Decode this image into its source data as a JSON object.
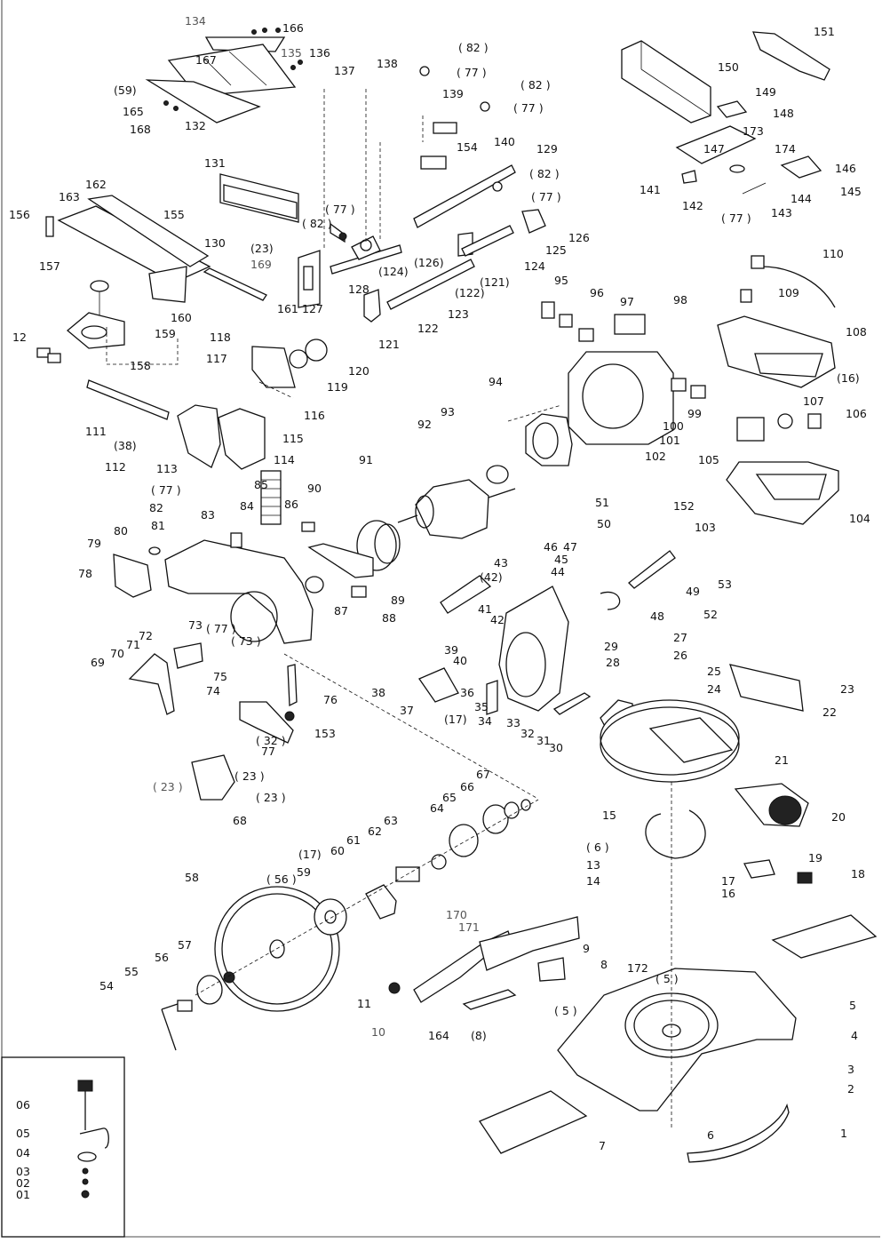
{
  "diagram": {
    "labels": {
      "p01": "01",
      "p02": "02",
      "p03": "03",
      "p04": "04",
      "p05": "05",
      "p06": "06",
      "p1": "1",
      "p2": "2",
      "p3": "3",
      "p4": "4",
      "p5": "5",
      "p5a": "( 5 )",
      "p5b": "( 5 )",
      "p6": "6",
      "p6a": "( 6 )",
      "p7": "7",
      "p8": "8",
      "p8a": "(8)",
      "p9": "9",
      "p10": "10",
      "p11": "11",
      "p12": "12",
      "p13": "13",
      "p14": "14",
      "p15": "15",
      "p16": "16",
      "p16a": "(16)",
      "p17": "17",
      "p17a": "(17)",
      "p17b": "(17)",
      "p18": "18",
      "p19": "19",
      "p20": "20",
      "p21": "21",
      "p22": "22",
      "p23": "23",
      "p23a": "(23)",
      "p23b": "( 23 )",
      "p23c": "( 23 )",
      "p23d": "( 23 )",
      "p24": "24",
      "p25": "25",
      "p26": "26",
      "p27": "27",
      "p28": "28",
      "p29": "29",
      "p30": "30",
      "p31": "31",
      "p32": "32",
      "p32a": "( 32 )",
      "p33": "33",
      "p34": "34",
      "p35": "35",
      "p36": "36",
      "p37": "37",
      "p38": "38",
      "p38a": "(38)",
      "p39": "39",
      "p40": "40",
      "p41": "41",
      "p42": "42",
      "p42a": "(42)",
      "p43": "43",
      "p44": "44",
      "p45": "45",
      "p46": "46",
      "p47": "47",
      "p48": "48",
      "p49": "49",
      "p50": "50",
      "p51": "51",
      "p52": "52",
      "p53": "53",
      "p54": "54",
      "p55": "55",
      "p56": "56",
      "p56a": "( 56 )",
      "p57": "57",
      "p58": "58",
      "p59": "59",
      "p59a": "(59)",
      "p60": "60",
      "p61": "61",
      "p62": "62",
      "p63": "63",
      "p64": "64",
      "p65": "65",
      "p66": "66",
      "p67": "67",
      "p68": "68",
      "p69": "69",
      "p70": "70",
      "p71": "71",
      "p72": "72",
      "p73": "73",
      "p73a": "( 73 )",
      "p74": "74",
      "p75": "75",
      "p76": "76",
      "p77": "77",
      "p77a": "( 77 )",
      "p77b": "( 77 )",
      "p77c": "( 77 )",
      "p77d": "( 77 )",
      "p77e": "( 77 )",
      "p77f": "( 77 )",
      "p77g": "( 77 )",
      "p78": "78",
      "p79": "79",
      "p80": "80",
      "p81": "81",
      "p82": "82",
      "p82a": "( 82 )",
      "p82b": "( 82 )",
      "p82c": "( 82 )",
      "p82d": "( 82 )",
      "p83": "83",
      "p84": "84",
      "p85": "85",
      "p86": "86",
      "p87": "87",
      "p88": "88",
      "p89": "89",
      "p90": "90",
      "p91": "91",
      "p92": "92",
      "p93": "93",
      "p94": "94",
      "p95": "95",
      "p96": "96",
      "p97": "97",
      "p98": "98",
      "p99": "99",
      "p100": "100",
      "p101": "101",
      "p102": "102",
      "p103": "103",
      "p104": "104",
      "p105": "105",
      "p106": "106",
      "p107": "107",
      "p108": "108",
      "p109": "109",
      "p110": "110",
      "p111": "111",
      "p112": "112",
      "p113": "113",
      "p114": "114",
      "p115": "115",
      "p116": "116",
      "p117": "117",
      "p118": "118",
      "p119": "119",
      "p120": "120",
      "p121": "121",
      "p121a": "(121)",
      "p122": "122",
      "p122a": "(122)",
      "p123": "123",
      "p124": "124",
      "p124a": "(124)",
      "p125": "125",
      "p126": "126",
      "p126a": "(126)",
      "p127": "127",
      "p128": "128",
      "p129": "129",
      "p130": "130",
      "p131": "131",
      "p132": "132",
      "p134": "134",
      "p135": "135",
      "p136": "136",
      "p137": "137",
      "p138": "138",
      "p139": "139",
      "p140": "140",
      "p141": "141",
      "p142": "142",
      "p143": "143",
      "p144": "144",
      "p145": "145",
      "p146": "146",
      "p147": "147",
      "p148": "148",
      "p149": "149",
      "p150": "150",
      "p151": "151",
      "p152": "152",
      "p153": "153",
      "p154": "154",
      "p155": "155",
      "p156": "156",
      "p157": "157",
      "p158": "158",
      "p159": "159",
      "p160": "160",
      "p161": "161",
      "p162": "162",
      "p163": "163",
      "p164": "164",
      "p165": "165",
      "p166": "166",
      "p167": "167",
      "p168": "168",
      "p169": "169",
      "p170": "170",
      "p171": "171",
      "p172": "172",
      "p173": "173",
      "p174": "174"
    }
  }
}
